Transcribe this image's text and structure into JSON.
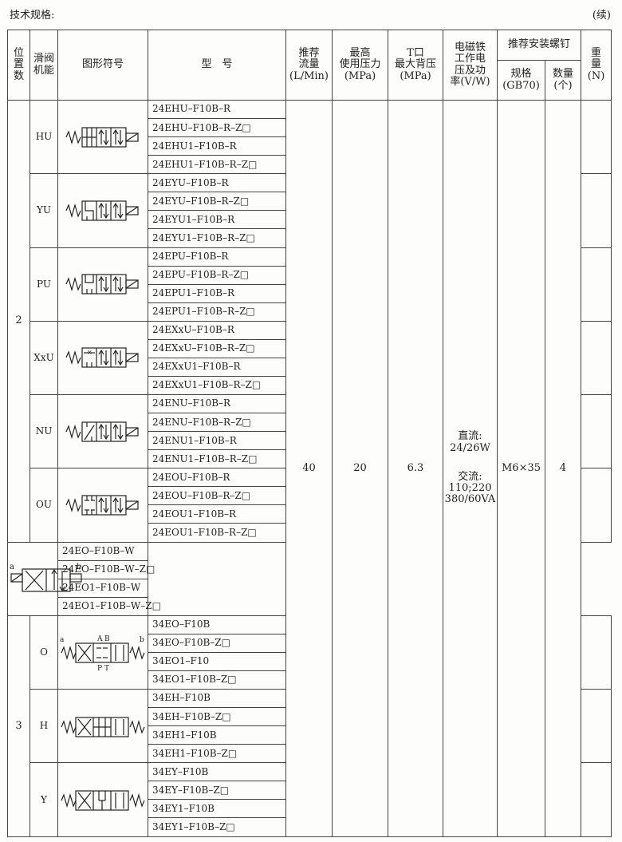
{
  "header": {
    "title": "技术规格:",
    "continued": "(续)"
  },
  "columns": {
    "position": "位置数",
    "function": "滑阀机能",
    "symbol": "图形符号",
    "model": "型　号",
    "flow": "推荐流量(L/Min)",
    "pressure": "最高使用压力(MPa)",
    "back_pressure": "T口最大背压(MPa)",
    "solenoid": "电磁铁工作电压及功率(V/W)",
    "bolt": "推荐安装螺钉",
    "bolt_spec": "规格(GB70)",
    "bolt_qty": "数量(个)",
    "weight": "重量(N)"
  },
  "column_lines": {
    "position": [
      "位",
      "置",
      "数"
    ],
    "function": [
      "滑阀",
      "机能"
    ],
    "flow": [
      "推荐",
      "流量",
      "(L/Min)"
    ],
    "pressure": [
      "最高",
      "使用压力",
      "(MPa)"
    ],
    "back_pressure": [
      "T口",
      "最大背压",
      "(MPa)"
    ],
    "solenoid": [
      "电磁铁",
      "工作电",
      "压及功",
      "率(V/W)"
    ],
    "bolt_spec": [
      "规格",
      "(GB70)"
    ],
    "bolt_qty": [
      "数量",
      "(个)"
    ],
    "weight": [
      "重",
      "量",
      "(N)"
    ]
  },
  "groups": [
    {
      "position": "2",
      "function": "HU",
      "symbol": "hu-symbol",
      "models": [
        "24EHU–F10B–R",
        "24EHU–F10B–R–Z□",
        "24EHU1–F10B–R",
        "24EHU1–F10B–R–Z□"
      ]
    },
    {
      "position": "",
      "function": "YU",
      "symbol": "yu-symbol",
      "models": [
        "24EYU–F10B–R",
        "24EYU–F10B–R–Z□",
        "24EYU1–F10B–R",
        "24EYU1–F10B–R–Z□"
      ]
    },
    {
      "position": "",
      "function": "PU",
      "symbol": "pu-symbol",
      "models": [
        "24EPU–F10B–R",
        "24EPU–F10B–R–Z□",
        "24EPU1–F10B–R",
        "24EPU1–F10B–R–Z□"
      ]
    },
    {
      "position": "",
      "function": "XxU",
      "symbol": "xxu-symbol",
      "models": [
        "24EXxU–F10B–R",
        "24EXxU–F10B–R–Z□",
        "24EXxU1–F10B–R",
        "24EXxU1–F10B–R–Z□"
      ]
    },
    {
      "position": "",
      "function": "NU",
      "symbol": "nu-symbol",
      "models": [
        "24ENU–F10B–R",
        "24ENU–F10B–R–Z□",
        "24ENU1–F10B–R",
        "24ENU1–F10B–R–Z□"
      ]
    },
    {
      "position": "",
      "function": "OU",
      "symbol": "ou-symbol",
      "models": [
        "24EOU–F10B–R",
        "24EOU–F10B–R–Z□",
        "24EOU1–F10B–R",
        "24EOU1–F10B–R–Z□"
      ]
    },
    {
      "position": "",
      "function": "",
      "symbol": "o-two-position-symbol",
      "symbol_labels": [
        "a",
        "b"
      ],
      "models": [
        "24EO–F10B–W",
        "24EO–F10B–W–Z□",
        "24EO1–F10B–W",
        "24EO1–F10B–W–Z□"
      ]
    },
    {
      "position": "3",
      "function": "O",
      "symbol": "o-three-position-symbol",
      "symbol_labels": [
        "a",
        "A",
        "B",
        "b",
        "P",
        "T"
      ],
      "models": [
        "34EO–F10B",
        "34EO–F10B–Z□",
        "34EO1–F10",
        "34EO1–F10B–Z□"
      ]
    },
    {
      "position": "",
      "function": "H",
      "symbol": "h-symbol",
      "models": [
        "34EH–F10B",
        "34EH–F10B–Z□",
        "34EH1–F10B",
        "34EH1–F10B–Z□"
      ]
    },
    {
      "position": "",
      "function": "Y",
      "symbol": "y-symbol",
      "models": [
        "34EY–F10B",
        "34EY–F10B–Z□",
        "34EY1–F10B",
        "34EY1–F10B–Z□"
      ]
    }
  ],
  "shared": {
    "flow": "40",
    "pressure": "20",
    "back_pressure": "6.3",
    "dc_label": "直流:",
    "dc_value": "24/26W",
    "ac_label": "交流:",
    "ac_value1": "110;220",
    "ac_value2": "380/60VA",
    "bolt_spec": "M6×35",
    "bolt_qty": "4"
  }
}
